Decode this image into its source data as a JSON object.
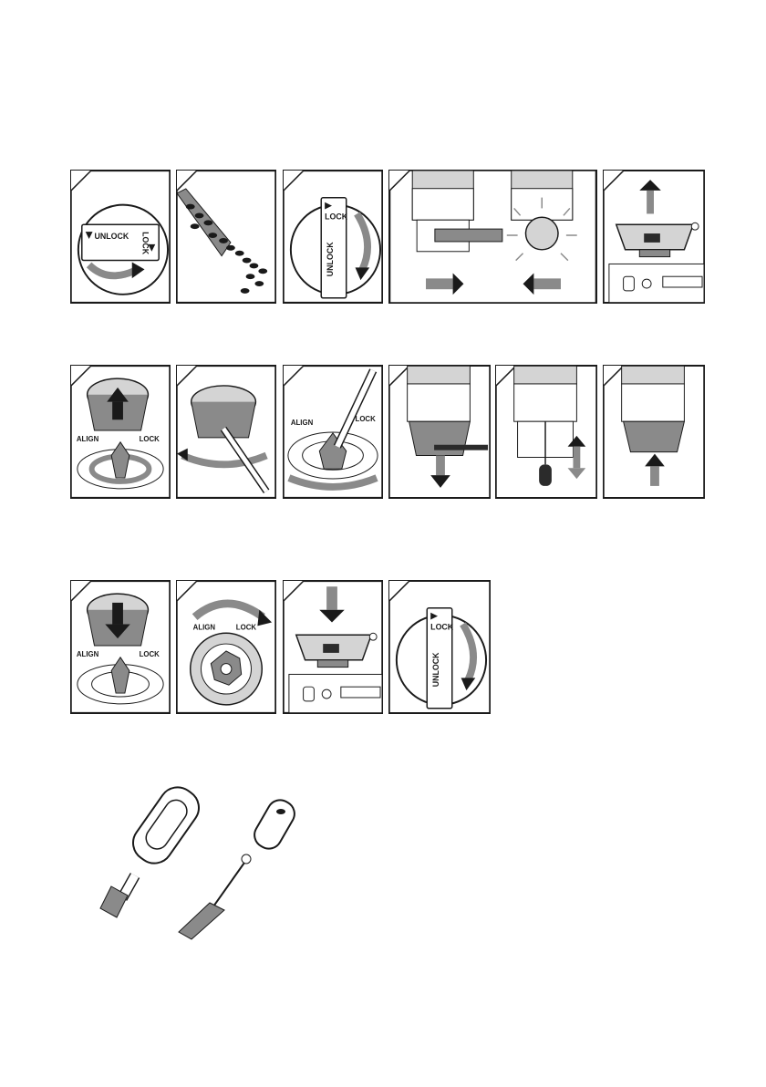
{
  "labels": {
    "unlock": "UNLOCK",
    "lock": "LOCK",
    "align": "ALIGN"
  },
  "colors": {
    "outline": "#1a1a1a",
    "mid_gray": "#8a8a8a",
    "light_gray": "#d4d4d4",
    "dark": "#2b2b2b"
  },
  "rows": [
    {
      "panels": [
        "dial-unlock",
        "beans-removed",
        "dial-lock",
        "hopper-grinder-sequence",
        "hopper-lift-out"
      ]
    },
    {
      "panels": [
        "burr-remove",
        "brush-upper-burr",
        "brush-lower-burr",
        "grinder-chute-clean",
        "small-brush-chute",
        "chute-reinsert"
      ]
    },
    {
      "panels": [
        "burr-insert",
        "burr-align-lock",
        "hopper-insert",
        "dial-lock-final"
      ]
    }
  ]
}
